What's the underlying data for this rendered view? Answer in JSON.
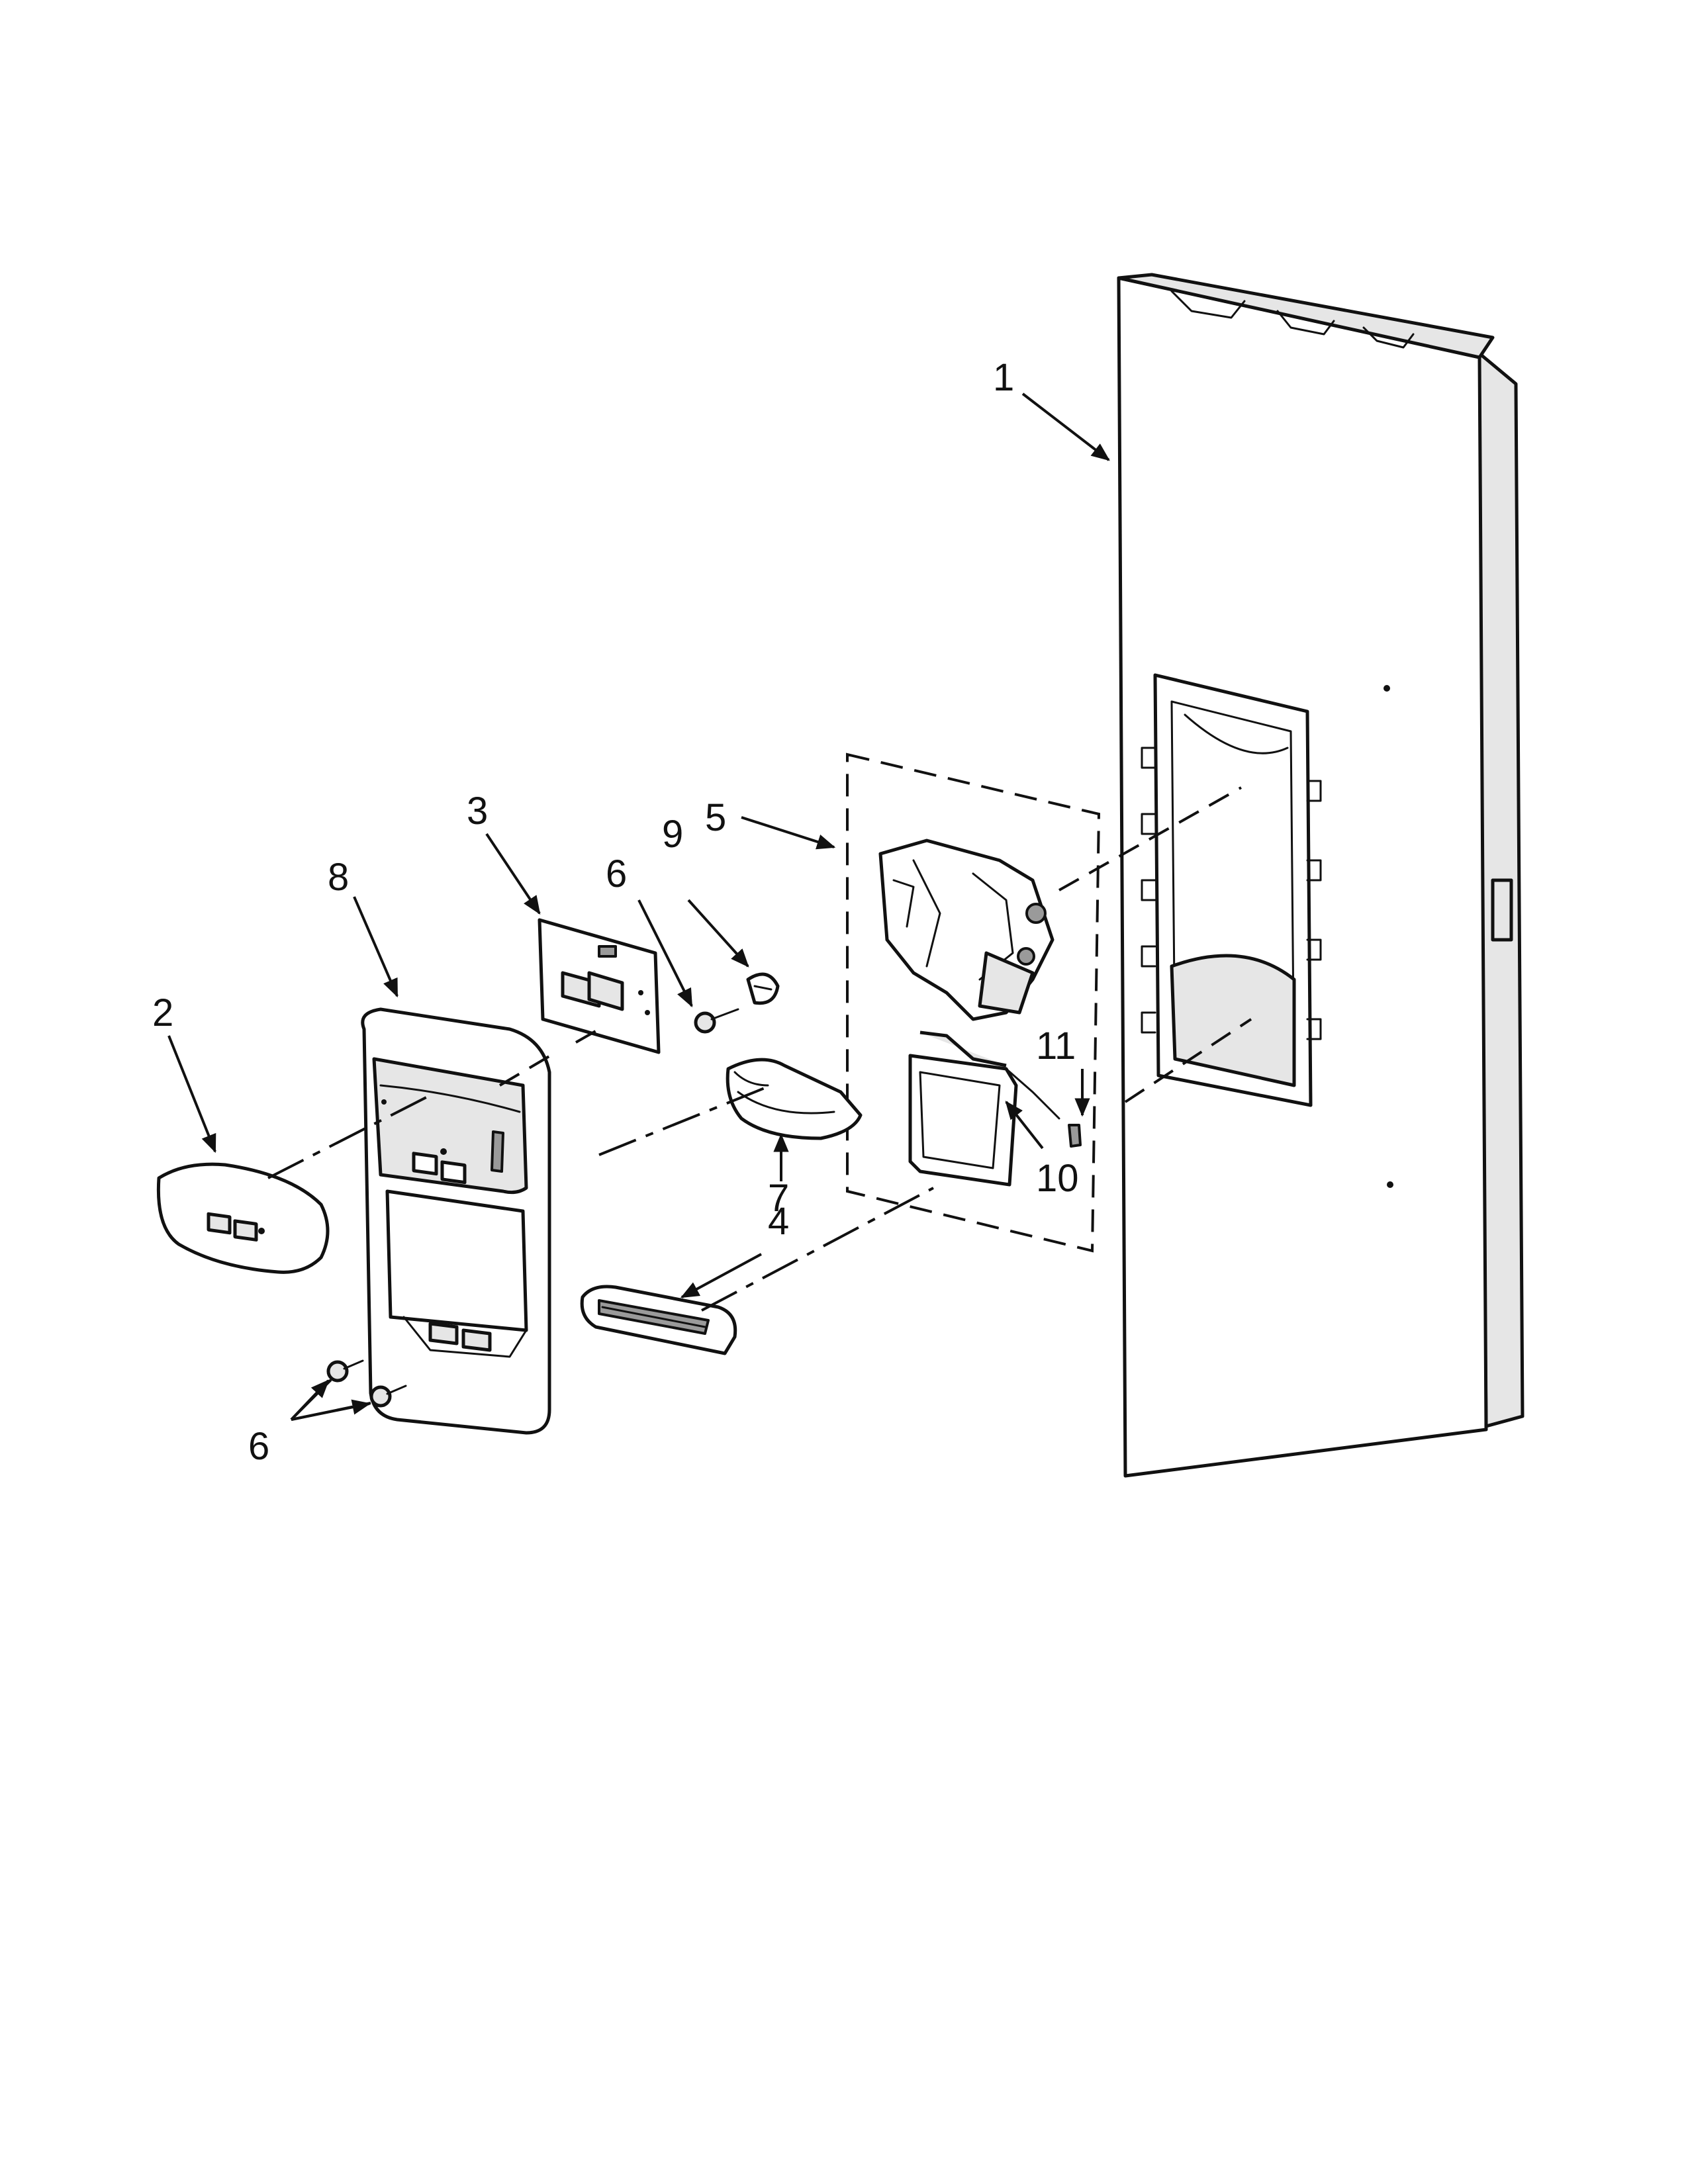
{
  "callouts": {
    "c1": "1",
    "c2": "2",
    "c3": "3",
    "c4": "4",
    "c5": "5",
    "c6a": "6",
    "c6b": "6",
    "c7": "7",
    "c8": "8",
    "c9": "9",
    "c10": "10",
    "c11": "11"
  },
  "colors": {
    "line": "#111111",
    "fill_light": "#e6e6e6",
    "fill_dark": "#9a9a9a",
    "background": "#ffffff"
  }
}
